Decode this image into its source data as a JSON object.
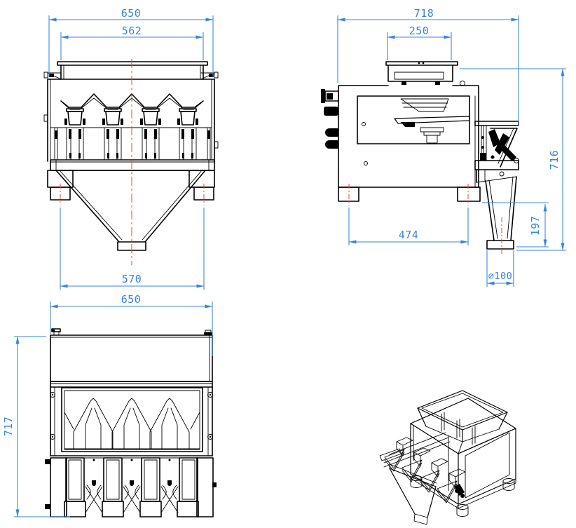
{
  "colors": {
    "dimension": "#3584e4",
    "centerline": "#ff3b30",
    "outline": "#000000",
    "background": "#ffffff"
  },
  "views": {
    "front": {
      "dims": {
        "overall_width": "650",
        "hopper_width": "562",
        "feet_span": "570"
      }
    },
    "side": {
      "dims": {
        "overall_depth": "718",
        "inlet_width": "250",
        "overall_height": "716",
        "discharge_height": "197",
        "feet_span": "474",
        "outlet_diameter": "⌀100"
      }
    },
    "rear": {
      "dims": {
        "overall_width": "650",
        "body_height": "717"
      }
    }
  }
}
